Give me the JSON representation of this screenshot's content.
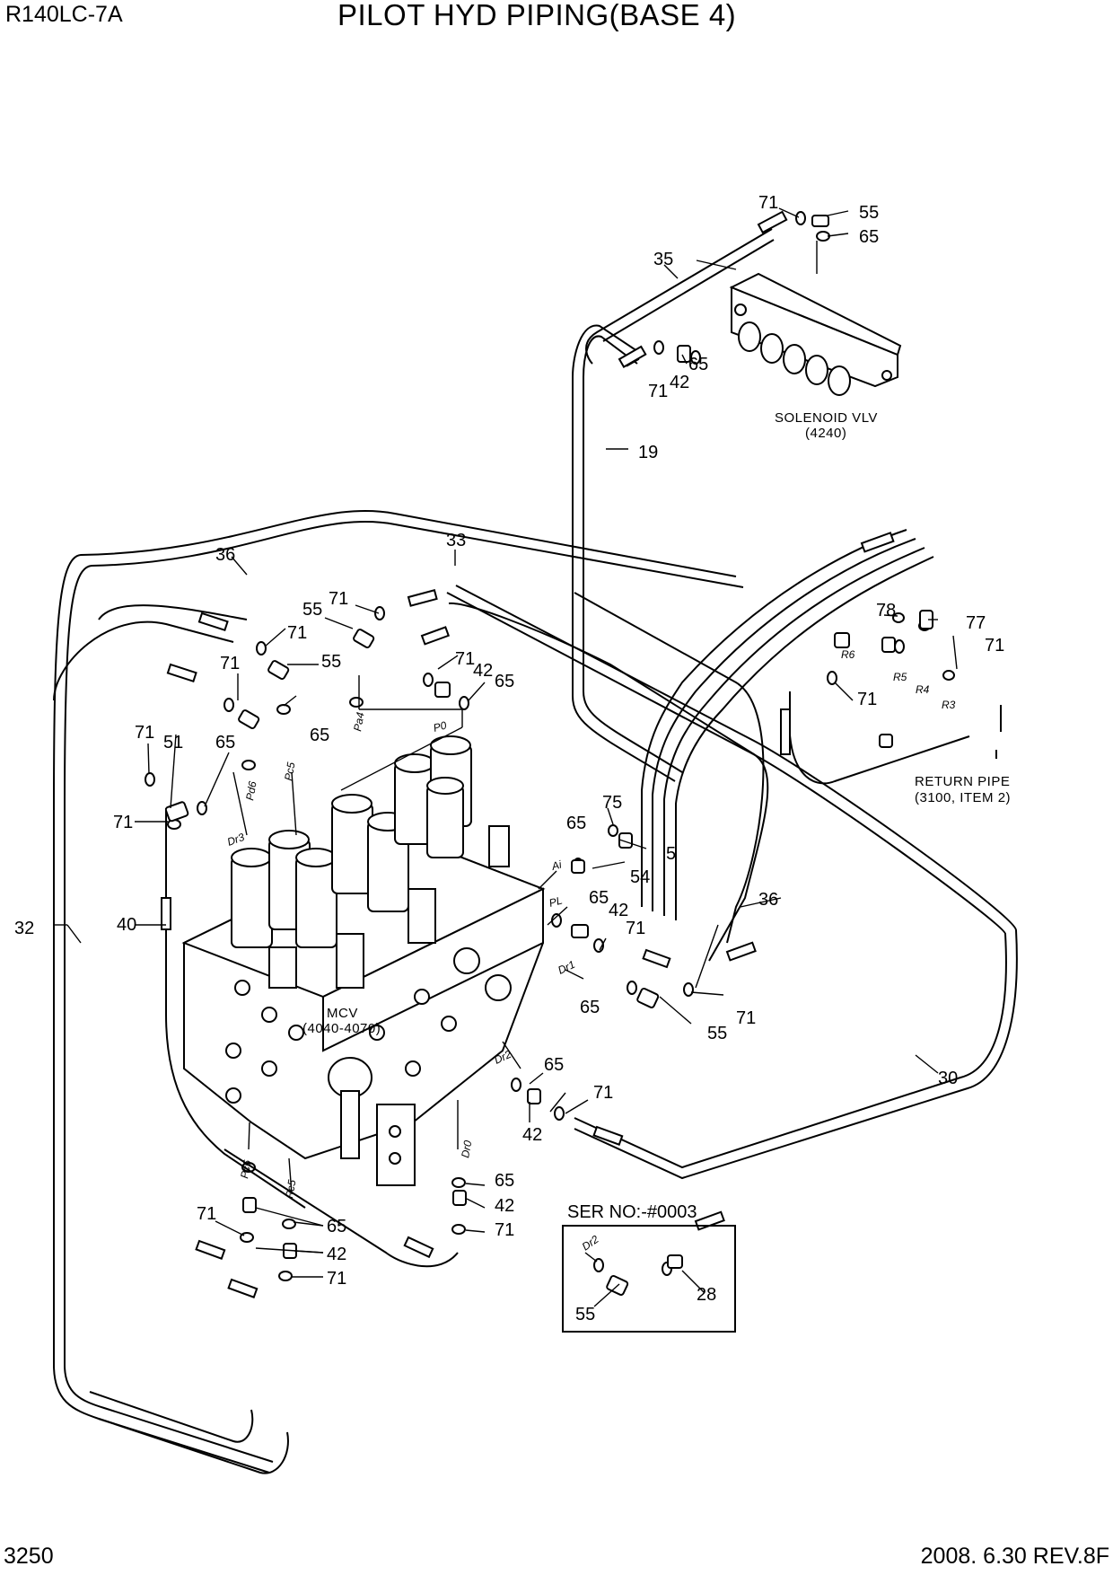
{
  "header": {
    "model": "R140LC-7A",
    "title": "PILOT HYD PIPING(BASE 4)"
  },
  "footer": {
    "page_number": "3250",
    "revision": "2008. 6.30  REV.8F"
  },
  "components": {
    "solenoid_valve": [
      "SOLENOID VLV",
      "(4240)"
    ],
    "mcv": [
      "MCV",
      "(4040-4070)"
    ],
    "return_pipe": [
      "RETURN PIPE",
      "(3100, ITEM 2)"
    ]
  },
  "inset": {
    "label": "SER NO:-#0003"
  },
  "part_numbers": {
    "p71a": "71",
    "p55a": "55",
    "p65a": "65",
    "p35": "35",
    "p65b": "65",
    "p71b": "71",
    "p42a": "42",
    "p19": "19",
    "p36a": "36",
    "p33": "33",
    "p71c": "71",
    "p55b": "55",
    "p71d": "71",
    "p71e": "71",
    "p55c": "55",
    "p71f": "71",
    "p42b": "42",
    "p65c": "65",
    "p65d": "65",
    "p71g": "71",
    "p51": "51",
    "p65e": "65",
    "p71h": "71",
    "p78": "78",
    "p77": "77",
    "p71i": "71",
    "p71j": "71",
    "p75": "75",
    "p65f": "65",
    "p5": "5",
    "p54": "54",
    "p65g": "65",
    "p42c": "42",
    "p71k": "71",
    "p36b": "36",
    "p32": "32",
    "p40": "40",
    "p65h": "65",
    "p71l": "71",
    "p55d": "55",
    "p65i": "65",
    "p71m": "71",
    "p42d": "42",
    "p30": "30",
    "p65j": "65",
    "p42e": "42",
    "p71n": "71",
    "p71o": "71",
    "p65k": "65",
    "p42f": "42",
    "p71p": "71",
    "p55e": "55",
    "p28": "28"
  },
  "port_labels": {
    "pa4": "Pa4",
    "p0": "P0",
    "pc5a": "Pc5",
    "pd6": "Pd6",
    "dr3": "Dr3",
    "ai": "Ai",
    "pl": "PL",
    "dr1": "Dr1",
    "dr2a": "Dr2",
    "dr0": "Dr0",
    "pc6b": "Pc6",
    "pc5b": "Pc5",
    "r5": "R5",
    "r4": "R4",
    "r3": "R3",
    "r6": "R6",
    "dr2b": "Dr2"
  }
}
